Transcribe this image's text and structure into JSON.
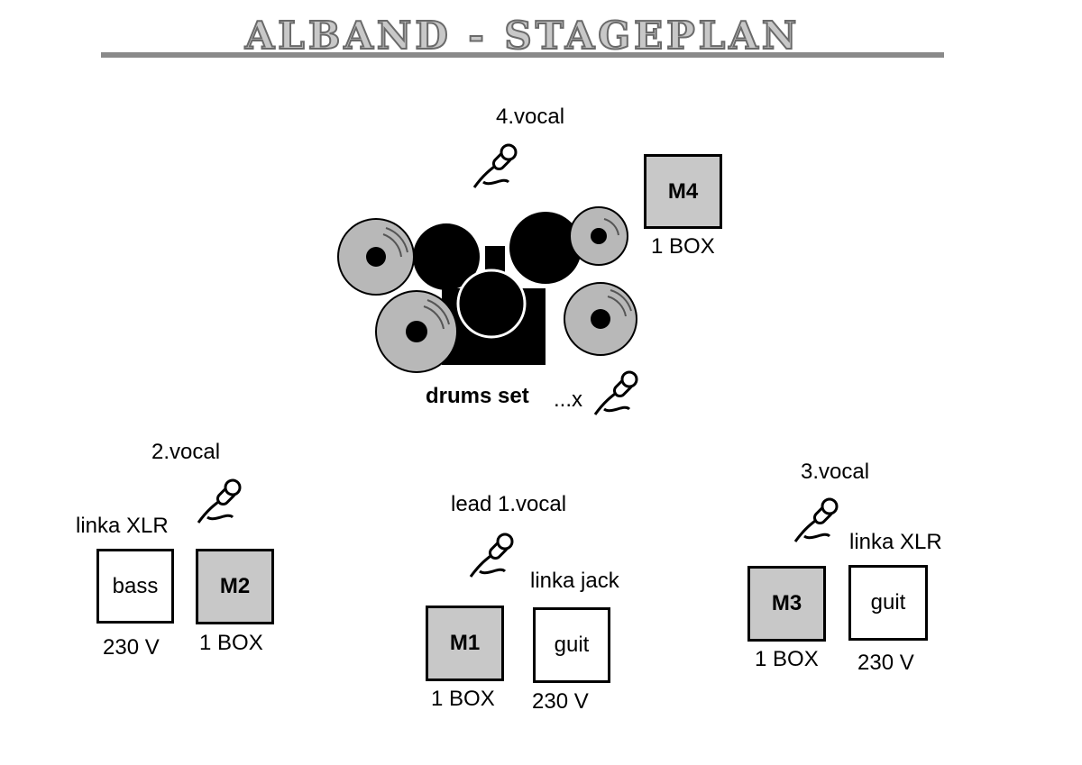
{
  "title": "ALBAND - STAGEPLAN",
  "colors": {
    "monitor_fill": "#c8c8c8",
    "cymbal_fill": "#b8b8b8",
    "drum_fill": "#000000",
    "title_fill": "#c8c8c8"
  },
  "drums": {
    "vocal_label": "4.vocal",
    "label": "drums set",
    "mic_note": "...x",
    "monitor": {
      "name": "M4",
      "note": "1 BOX"
    }
  },
  "left_station": {
    "vocal_label": "2.vocal",
    "line_label": "linka XLR",
    "amp": {
      "name": "bass",
      "power": "230 V"
    },
    "monitor": {
      "name": "M2",
      "note": "1 BOX"
    }
  },
  "center_station": {
    "vocal_label": "lead 1.vocal",
    "line_label": "linka jack",
    "monitor": {
      "name": "M1",
      "note": "1 BOX"
    },
    "amp": {
      "name": "guit",
      "power": "230 V"
    }
  },
  "right_station": {
    "vocal_label": "3.vocal",
    "line_label": "linka XLR",
    "monitor": {
      "name": "M3",
      "note": "1 BOX"
    },
    "amp": {
      "name": "guit",
      "power": "230 V"
    }
  },
  "icons": [
    "microphone-icon",
    "cymbal-icon",
    "drum-icon"
  ]
}
